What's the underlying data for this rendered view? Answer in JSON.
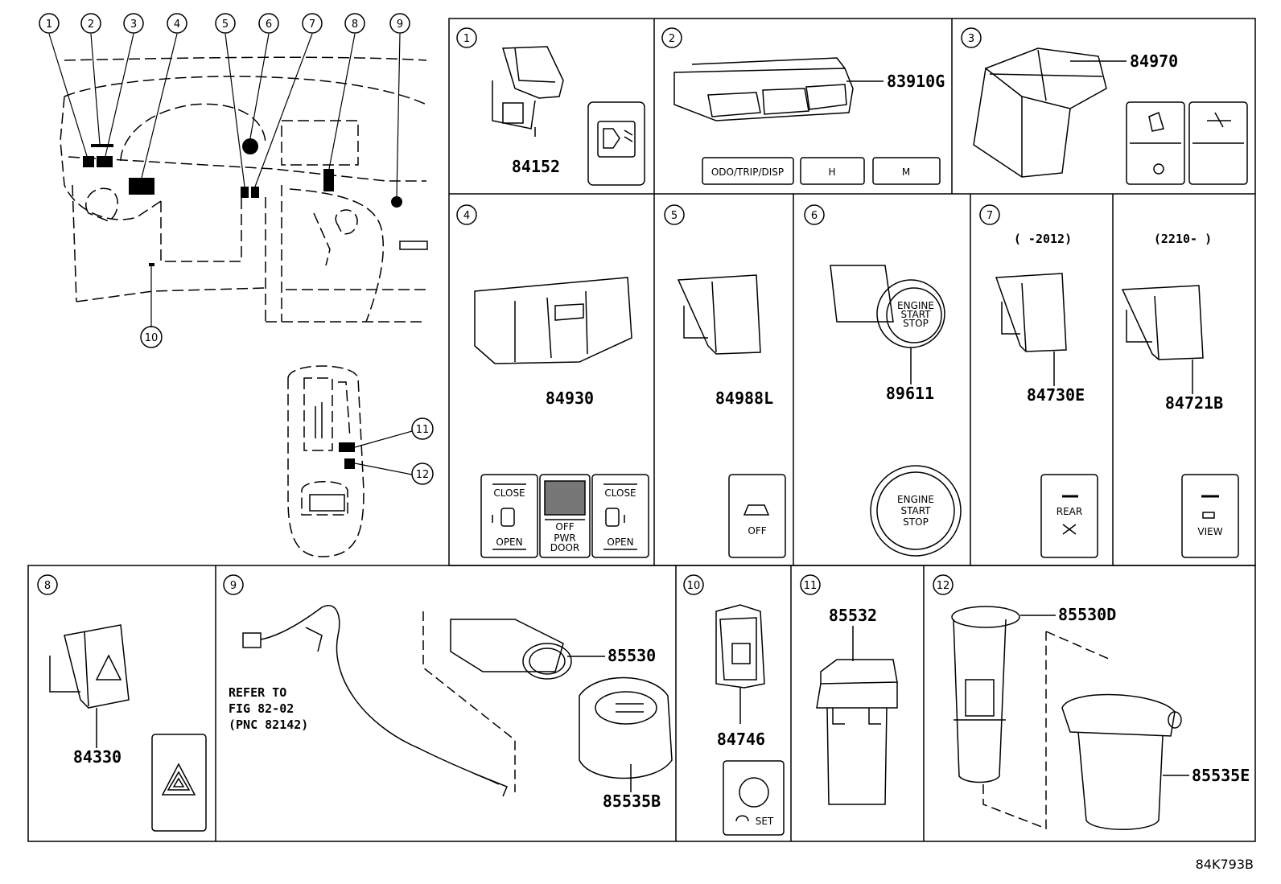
{
  "panels": [
    {
      "id": "1",
      "parts": [
        "84152"
      ]
    },
    {
      "id": "2",
      "parts": [
        "83910G"
      ],
      "buttons": [
        "ODO/TRIP/DISP",
        "H",
        "M"
      ]
    },
    {
      "id": "3",
      "parts": [
        "84970"
      ]
    },
    {
      "id": "4",
      "parts": [
        "84930"
      ],
      "switch": {
        "close": "CLOSE",
        "open": "OPEN",
        "off": "OFF",
        "pwr": "PWR",
        "door": "DOOR"
      }
    },
    {
      "id": "5",
      "parts": [
        "84988L"
      ],
      "off": "OFF"
    },
    {
      "id": "6",
      "parts": [
        "89611"
      ],
      "button": [
        "ENGINE",
        "START",
        "STOP"
      ]
    },
    {
      "id": "7",
      "parts": [
        "84730E",
        "84721B"
      ],
      "ranges": [
        "(      -2012)",
        "(2210-      )"
      ],
      "rear": "REAR",
      "view": "VIEW"
    },
    {
      "id": "8",
      "parts": [
        "84330"
      ]
    },
    {
      "id": "9",
      "parts": [
        "85530",
        "85535B"
      ],
      "refer": [
        "REFER TO",
        "FIG 82-02",
        "(PNC 82142)"
      ]
    },
    {
      "id": "10",
      "parts": [
        "84746"
      ],
      "set": "SET"
    },
    {
      "id": "11",
      "parts": [
        "85532"
      ]
    },
    {
      "id": "12",
      "parts": [
        "85530D",
        "85535E"
      ]
    }
  ],
  "overview_callouts": [
    "1",
    "2",
    "3",
    "4",
    "5",
    "6",
    "7",
    "8",
    "9",
    "10",
    "11",
    "12"
  ],
  "diagram_code": "84K793B"
}
